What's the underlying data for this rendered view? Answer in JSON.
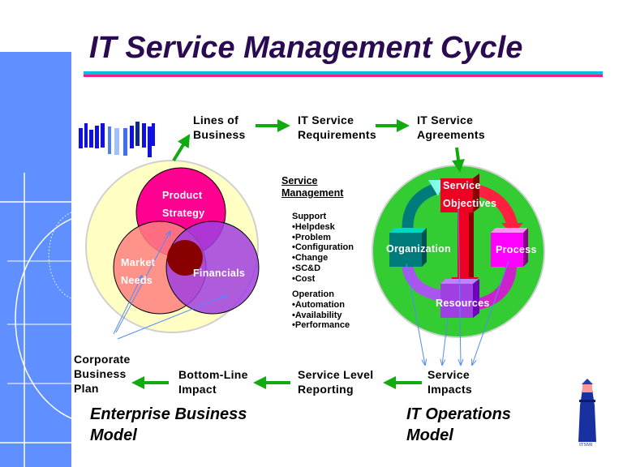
{
  "title": "IT Service Management Cycle",
  "flow_top": [
    {
      "line1": "Lines of",
      "line2": "Business"
    },
    {
      "line1": "IT Service",
      "line2": "Requirements"
    },
    {
      "line1": "IT Service",
      "line2": "Agreements"
    }
  ],
  "flow_bottom": [
    {
      "line1": "Corporate",
      "line2": "Business",
      "line3": "Plan"
    },
    {
      "line1": "Bottom-Line",
      "line2": "Impact"
    },
    {
      "line1": "Service Level",
      "line2": "Reporting"
    },
    {
      "line1": "Service",
      "line2": "Impacts"
    }
  ],
  "venn": {
    "product": {
      "line1": "Product",
      "line2": "Strategy"
    },
    "market": {
      "line1": "Market",
      "line2": "Needs"
    },
    "financials": "Financials"
  },
  "service_management": {
    "heading1": "Service",
    "heading2": "Management",
    "support_title": "Support",
    "support_items": [
      "•Helpdesk",
      "•Problem",
      "•Configuration",
      "•Change",
      "•SC&D",
      "•Cost"
    ],
    "operation_title": "Operation",
    "operation_items": [
      "•Automation",
      "•Availability",
      "•Performance"
    ]
  },
  "cycle": {
    "objectives": {
      "line1": "Service",
      "line2": "Objectives"
    },
    "organization": "Organization",
    "process": "Process",
    "resources": "Resources"
  },
  "models": {
    "enterprise": {
      "line1": "Enterprise Business",
      "line2": "Model"
    },
    "it_ops": {
      "line1": "IT Operations",
      "line2": "Model"
    }
  },
  "logo_text": "ITSMI",
  "colors": {
    "panel": "#6090ff",
    "title": "#2a0a50",
    "arrow": "#11aa11",
    "green_circle": "#33cc33",
    "yellow_circle": "#ffffc4"
  }
}
